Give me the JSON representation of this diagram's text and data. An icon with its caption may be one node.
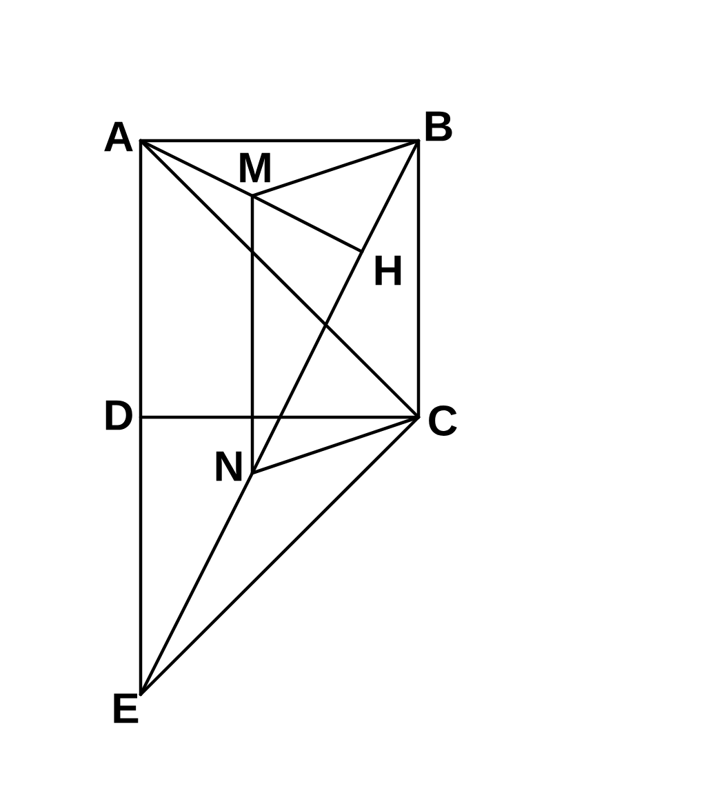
{
  "diagram": {
    "nodes": [
      {
        "text": [
          "A"
        ]
      },
      {
        "text": [
          "B"
        ]
      },
      {
        "text": [
          "M"
        ]
      },
      {
        "text": [
          "H"
        ]
      },
      {
        "text": [
          "D"
        ]
      },
      {
        "text": [
          "C"
        ]
      },
      {
        "text": [
          "N"
        ]
      },
      {
        "text": [
          "E"
        ]
      }
    ],
    "edges": [
      {
        "from": 0,
        "to": 1,
        "arrow": "none"
      },
      {
        "from": 0,
        "to": 4,
        "arrow": "none"
      },
      {
        "from": 4,
        "to": 7,
        "arrow": "none"
      },
      {
        "from": 1,
        "to": 5,
        "arrow": "none"
      },
      {
        "from": 0,
        "to": 5,
        "arrow": "none"
      },
      {
        "from": 4,
        "to": 5,
        "arrow": "none"
      },
      {
        "from": 0,
        "to": 2,
        "arrow": "none"
      },
      {
        "from": 2,
        "to": 3,
        "arrow": "none"
      },
      {
        "from": 2,
        "to": 1,
        "arrow": "none"
      },
      {
        "from": 2,
        "to": 6,
        "arrow": "none"
      },
      {
        "from": 1,
        "to": 3,
        "arrow": "none"
      },
      {
        "from": 3,
        "to": 6,
        "arrow": "none"
      },
      {
        "from": 6,
        "to": 7,
        "arrow": "none"
      },
      {
        "from": 6,
        "to": 5,
        "arrow": "none"
      },
      {
        "from": 7,
        "to": 5,
        "arrow": "none"
      }
    ]
  }
}
